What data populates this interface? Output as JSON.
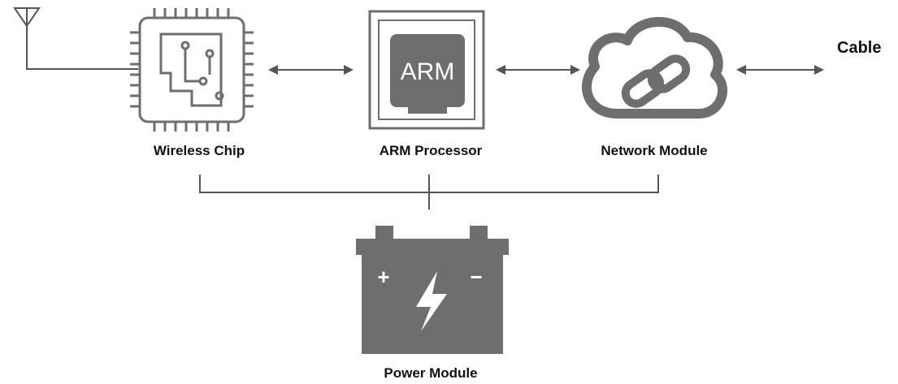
{
  "diagram": {
    "nodes": {
      "wireless_chip": {
        "label": "Wireless Chip"
      },
      "arm_processor": {
        "label": "ARM Processor",
        "chip_text": "ARM"
      },
      "network_module": {
        "label": "Network Module"
      },
      "power_module": {
        "label": "Power Module",
        "plus": "+",
        "minus": "−"
      },
      "cable": {
        "label": "Cable"
      }
    },
    "edges": [
      {
        "from": "Wireless Chip",
        "to": "ARM Processor",
        "style": "double-arrow"
      },
      {
        "from": "ARM Processor",
        "to": "Network Module",
        "style": "double-arrow"
      },
      {
        "from": "Network Module",
        "to": "Cable",
        "style": "double-arrow"
      },
      {
        "from": "Power Module",
        "to": [
          "Wireless Chip",
          "ARM Processor",
          "Network Module"
        ],
        "style": "line"
      }
    ],
    "colors": {
      "icon": "#6e6e6e",
      "line": "#555555",
      "text": "#111111",
      "background": "#ffffff"
    }
  }
}
